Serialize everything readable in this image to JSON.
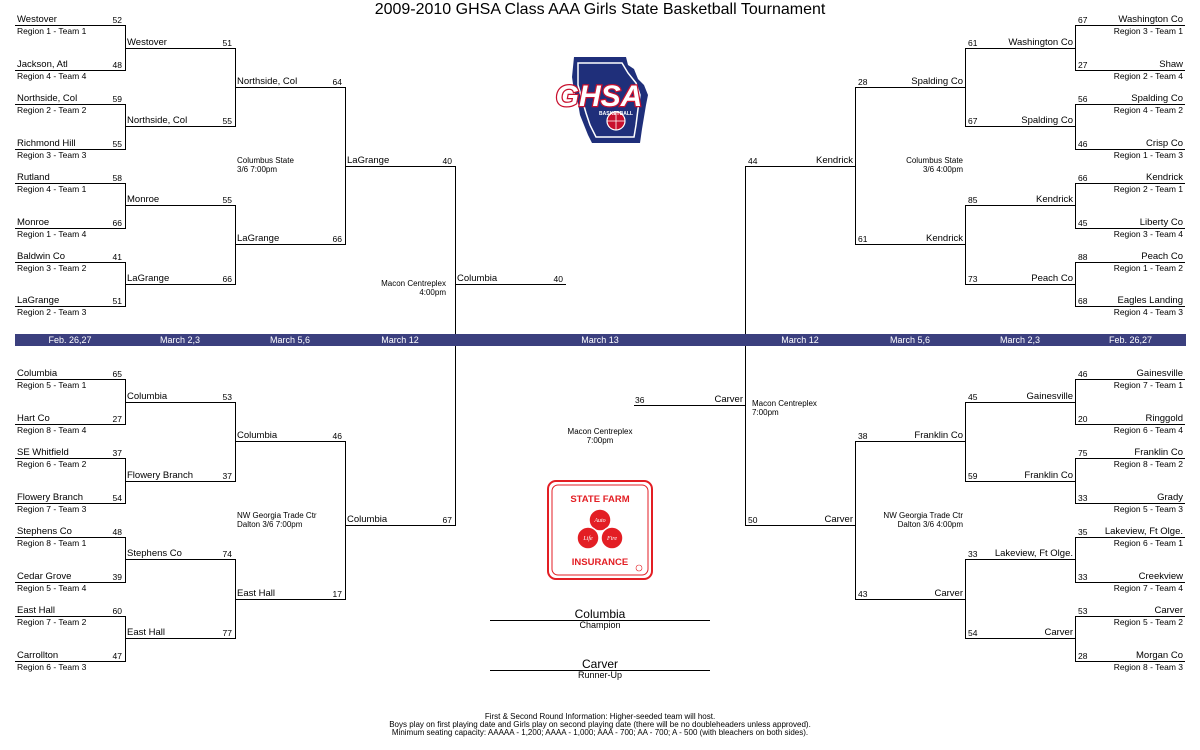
{
  "title": "2009-2010 GHSA Class AAA Girls State Basketball Tournament",
  "rounds_left": [
    "Feb. 26,27",
    "March 2,3",
    "March 5,6",
    "March 12"
  ],
  "round_center": "March 13",
  "rounds_right": [
    "March 12",
    "March 5,6",
    "March 2,3",
    "Feb. 26,27"
  ],
  "brackets": {
    "top_left": {
      "r1": [
        {
          "name": "Westover",
          "region": "Region 1 - Team 1",
          "score": "52"
        },
        {
          "name": "Jackson, Atl",
          "region": "Region 4 - Team 4",
          "score": "48"
        },
        {
          "name": "Northside, Col",
          "region": "Region 2 - Team 2",
          "score": "59"
        },
        {
          "name": "Richmond Hill",
          "region": "Region 3 - Team 3",
          "score": "55"
        },
        {
          "name": "Rutland",
          "region": "Region 4 - Team 1",
          "score": "58"
        },
        {
          "name": "Monroe",
          "region": "Region 1 - Team 4",
          "score": "66"
        },
        {
          "name": "Baldwin Co",
          "region": "Region 3 - Team 2",
          "score": "41"
        },
        {
          "name": "LaGrange",
          "region": "Region 2 - Team 3",
          "score": "51"
        }
      ],
      "r2": [
        {
          "name": "Westover",
          "score": "51"
        },
        {
          "name": "Northside, Col",
          "score": "55"
        },
        {
          "name": "Monroe",
          "score": "55"
        },
        {
          "name": "LaGrange",
          "score": "66"
        }
      ],
      "r3": [
        {
          "name": "Northside, Col",
          "score": "64"
        },
        {
          "name": "LaGrange",
          "score": "66"
        }
      ],
      "r4": {
        "name": "LaGrange",
        "score": "40"
      },
      "venue": [
        "Columbus State",
        "3/6 7:00pm"
      ]
    },
    "bottom_left": {
      "r1": [
        {
          "name": "Columbia",
          "region": "Region 5 - Team 1",
          "score": "65"
        },
        {
          "name": "Hart Co",
          "region": "Region 8 - Team 4",
          "score": "27"
        },
        {
          "name": "SE Whitfield",
          "region": "Region 6 - Team 2",
          "score": "37"
        },
        {
          "name": "Flowery Branch",
          "region": "Region 7 - Team 3",
          "score": "54"
        },
        {
          "name": "Stephens Co",
          "region": "Region 8 - Team 1",
          "score": "48"
        },
        {
          "name": "Cedar Grove",
          "region": "Region 5 - Team 4",
          "score": "39"
        },
        {
          "name": "East Hall",
          "region": "Region 7 - Team 2",
          "score": "60"
        },
        {
          "name": "Carrollton",
          "region": "Region 6 - Team 3",
          "score": "47"
        }
      ],
      "r2": [
        {
          "name": "Columbia",
          "score": "53"
        },
        {
          "name": "Flowery Branch",
          "score": "37"
        },
        {
          "name": "Stephens Co",
          "score": "74"
        },
        {
          "name": "East Hall",
          "score": "77"
        }
      ],
      "r3": [
        {
          "name": "Columbia",
          "score": "46"
        },
        {
          "name": "East Hall",
          "score": "17"
        }
      ],
      "r4": {
        "name": "Columbia",
        "score": "67"
      },
      "venue": [
        "NW Georgia Trade Ctr",
        "Dalton 3/6 7:00pm"
      ]
    },
    "top_right": {
      "r1": [
        {
          "name": "Washington Co",
          "region": "Region 3 - Team 1",
          "score": "67"
        },
        {
          "name": "Shaw",
          "region": "Region 2 - Team 4",
          "score": "27"
        },
        {
          "name": "Spalding Co",
          "region": "Region 4 - Team 2",
          "score": "56"
        },
        {
          "name": "Crisp Co",
          "region": "Region 1 - Team 3",
          "score": "46"
        },
        {
          "name": "Kendrick",
          "region": "Region 2 - Team 1",
          "score": "66"
        },
        {
          "name": "Liberty Co",
          "region": "Region 3 - Team 4",
          "score": "45"
        },
        {
          "name": "Peach Co",
          "region": "Region 1 - Team 2",
          "score": "88"
        },
        {
          "name": "Eagles Landing",
          "region": "Region 4 - Team 3",
          "score": "68"
        }
      ],
      "r2": [
        {
          "name": "Washington Co",
          "score": "61"
        },
        {
          "name": "Spalding Co",
          "score": "67"
        },
        {
          "name": "Kendrick",
          "score": "85"
        },
        {
          "name": "Peach Co",
          "score": "73"
        }
      ],
      "r3": [
        {
          "name": "Spalding Co",
          "score": "28"
        },
        {
          "name": "Kendrick",
          "score": "61"
        }
      ],
      "r4": {
        "name": "Kendrick",
        "score": "44"
      },
      "venue": [
        "Columbus State",
        "3/6 4:00pm"
      ]
    },
    "bottom_right": {
      "r1": [
        {
          "name": "Gainesville",
          "region": "Region 7 - Team 1",
          "score": "46"
        },
        {
          "name": "Ringgold",
          "region": "Region 6 - Team 4",
          "score": "20"
        },
        {
          "name": "Franklin Co",
          "region": "Region 8 - Team 2",
          "score": "75"
        },
        {
          "name": "Grady",
          "region": "Region 5 - Team 3",
          "score": "33"
        },
        {
          "name": "Lakeview, Ft Olge.",
          "region": "Region 6 - Team 1",
          "score": "35"
        },
        {
          "name": "Creekview",
          "region": "Region 7 - Team 4",
          "score": "33"
        },
        {
          "name": "Carver",
          "region": "Region 5 - Team 2",
          "score": "53"
        },
        {
          "name": "Morgan Co",
          "region": "Region 8 - Team 3",
          "score": "28"
        }
      ],
      "r2": [
        {
          "name": "Gainesville",
          "score": "45"
        },
        {
          "name": "Franklin Co",
          "score": "59"
        },
        {
          "name": "Lakeview, Ft Olge.",
          "score": "33"
        },
        {
          "name": "Carver",
          "score": "54"
        }
      ],
      "r3": [
        {
          "name": "Franklin Co",
          "score": "38"
        },
        {
          "name": "Carver",
          "score": "43"
        }
      ],
      "r4": {
        "name": "Carver",
        "score": "50"
      },
      "venue": [
        "NW Georgia Trade Ctr",
        "Dalton 3/6 4:00pm"
      ]
    }
  },
  "semifinals": {
    "left": {
      "name": "Columbia",
      "score": "40",
      "venue": [
        "Macon Centreplex",
        "4:00pm"
      ]
    },
    "right": {
      "name": "Carver",
      "score": "36",
      "venue": [
        "Macon Centreplex",
        "7:00pm"
      ]
    }
  },
  "final_venue": [
    "Macon Centreplex",
    "7:00pm"
  ],
  "champion": {
    "name": "Columbia",
    "label": "Champion"
  },
  "runner_up": {
    "name": "Carver",
    "label": "Runner-Up"
  },
  "logos": {
    "ghsa_text": "GHSA",
    "ghsa_sub": "BASKETBALL",
    "statefarm_top": "STATE FARM",
    "statefarm_bottom": "INSURANCE",
    "statefarm_rings": [
      "Auto",
      "Life",
      "Fire"
    ]
  },
  "footer": [
    "First & Second Round Information:  Higher-seeded team will host.",
    "Boys play on first playing date and Girls play on second playing date (there will be no doubleheaders unless approved).",
    "Minimum seating capacity: AAAAA - 1,200; AAAA - 1,000; AAA - 700; AA - 700; A - 500 (with bleachers on both sides)."
  ],
  "colors": {
    "round_bar": "#3b3f7e",
    "ghsa_navy": "#1f2f7a",
    "ghsa_red": "#c8102e",
    "statefarm_red": "#e31e24"
  }
}
